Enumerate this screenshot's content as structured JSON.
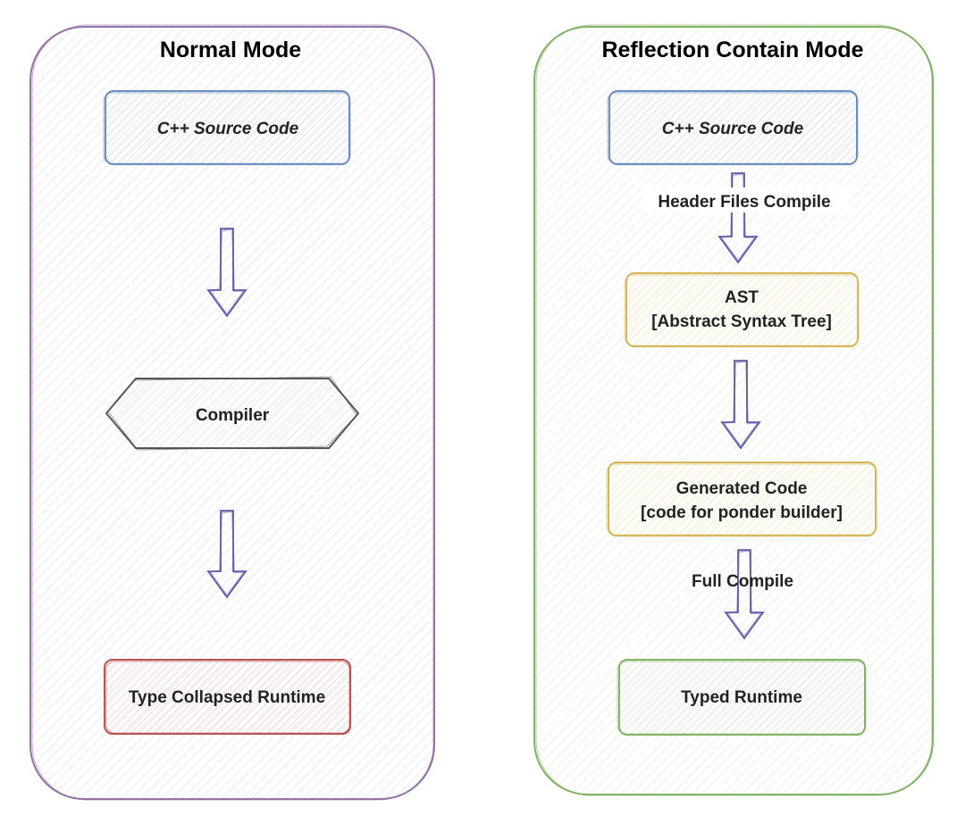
{
  "colors": {
    "normal_panel": "#9673a6",
    "reflection_panel": "#82b366",
    "source_stroke": "#6c8ebf",
    "source_fill": "#dae8fc",
    "compiler_stroke": "#555555",
    "compiler_fill": "#f0f0f0",
    "runtime_collapsed_stroke": "#b85450",
    "runtime_collapsed_fill": "#f8cecc",
    "yellow_stroke": "#d6b656",
    "yellow_fill": "#fff2cc",
    "typed_runtime_stroke": "#82b366",
    "typed_runtime_fill": "#d5e8d4",
    "arrow_stroke": "#5d5da8"
  },
  "normal_mode": {
    "title": "Normal Mode",
    "source": "C++ Source Code",
    "compiler": "Compiler",
    "runtime": "Type Collapsed Runtime"
  },
  "reflection_mode": {
    "title": "Reflection Contain Mode",
    "source": "C++ Source Code",
    "edge_header_compile": "Header Files Compile",
    "ast_line1": "AST",
    "ast_line2": "[Abstract Syntax Tree]",
    "generated_line1": "Generated Code",
    "generated_line2": "[code for  ponder builder]",
    "edge_full_compile": "Full Compile",
    "runtime": "Typed Runtime"
  }
}
